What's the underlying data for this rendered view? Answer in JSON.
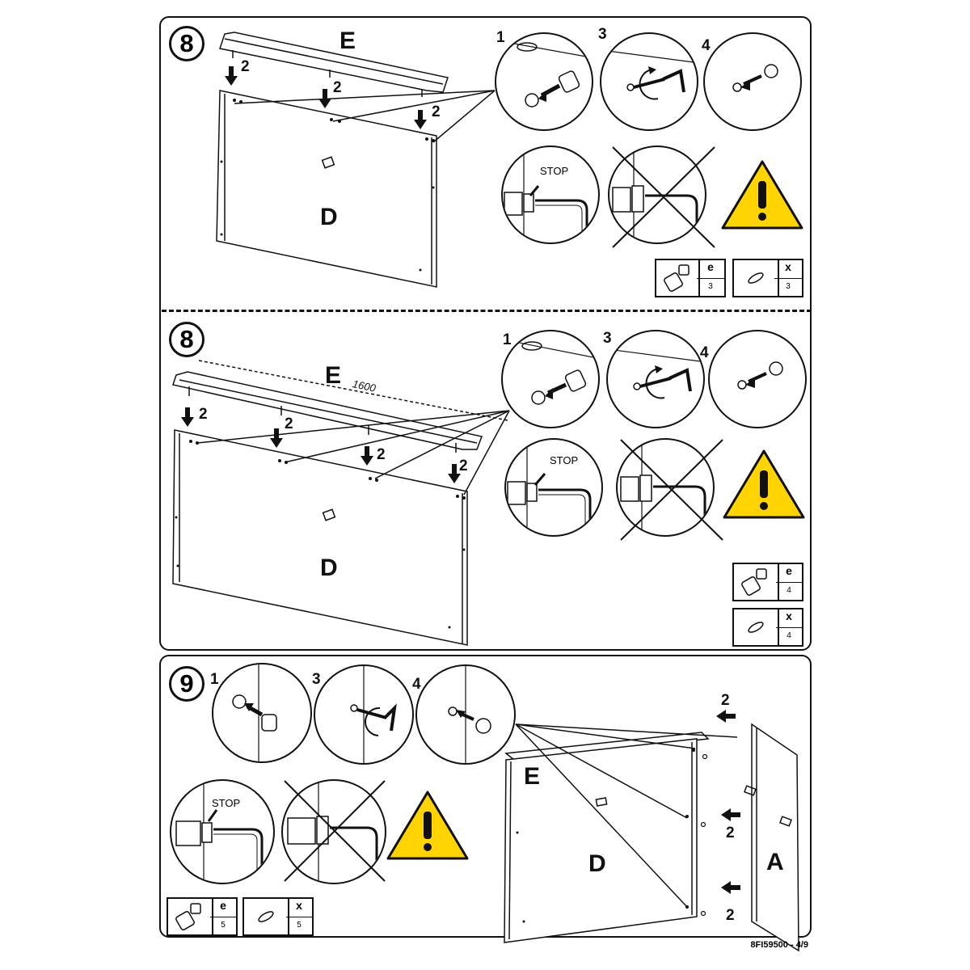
{
  "steps": {
    "top": {
      "number": "8",
      "part_top": "E",
      "part_panel": "D",
      "arrow_count": "2",
      "detail_numbers": [
        "1",
        "3",
        "4"
      ],
      "stop_label": "STOP",
      "fittings": [
        {
          "code": "e",
          "qty": "3"
        },
        {
          "code": "x",
          "qty": "3"
        }
      ]
    },
    "middle": {
      "number": "8",
      "part_top": "E",
      "part_panel": "D",
      "dimension": "1600",
      "arrow_count": "2",
      "detail_numbers": [
        "1",
        "3",
        "4"
      ],
      "stop_label": "STOP",
      "fittings": [
        {
          "code": "e",
          "qty": "4"
        },
        {
          "code": "x",
          "qty": "4"
        }
      ]
    },
    "bottom": {
      "number": "9",
      "part_top": "E",
      "part_panel": "D",
      "part_side": "A",
      "arrow_count": "2",
      "detail_numbers": [
        "1",
        "3",
        "4"
      ],
      "stop_label": "STOP",
      "fittings": [
        {
          "code": "e",
          "qty": "5"
        },
        {
          "code": "x",
          "qty": "5"
        }
      ]
    }
  },
  "footer": "8FI59500 - 4/9",
  "colors": {
    "warning_yellow": "#FFD400",
    "ink": "#111111"
  },
  "icons": [
    "cam-lock-icon",
    "dowel-icon",
    "allen-key-icon",
    "warning-icon",
    "cross-out-icon",
    "arrow-icon"
  ]
}
